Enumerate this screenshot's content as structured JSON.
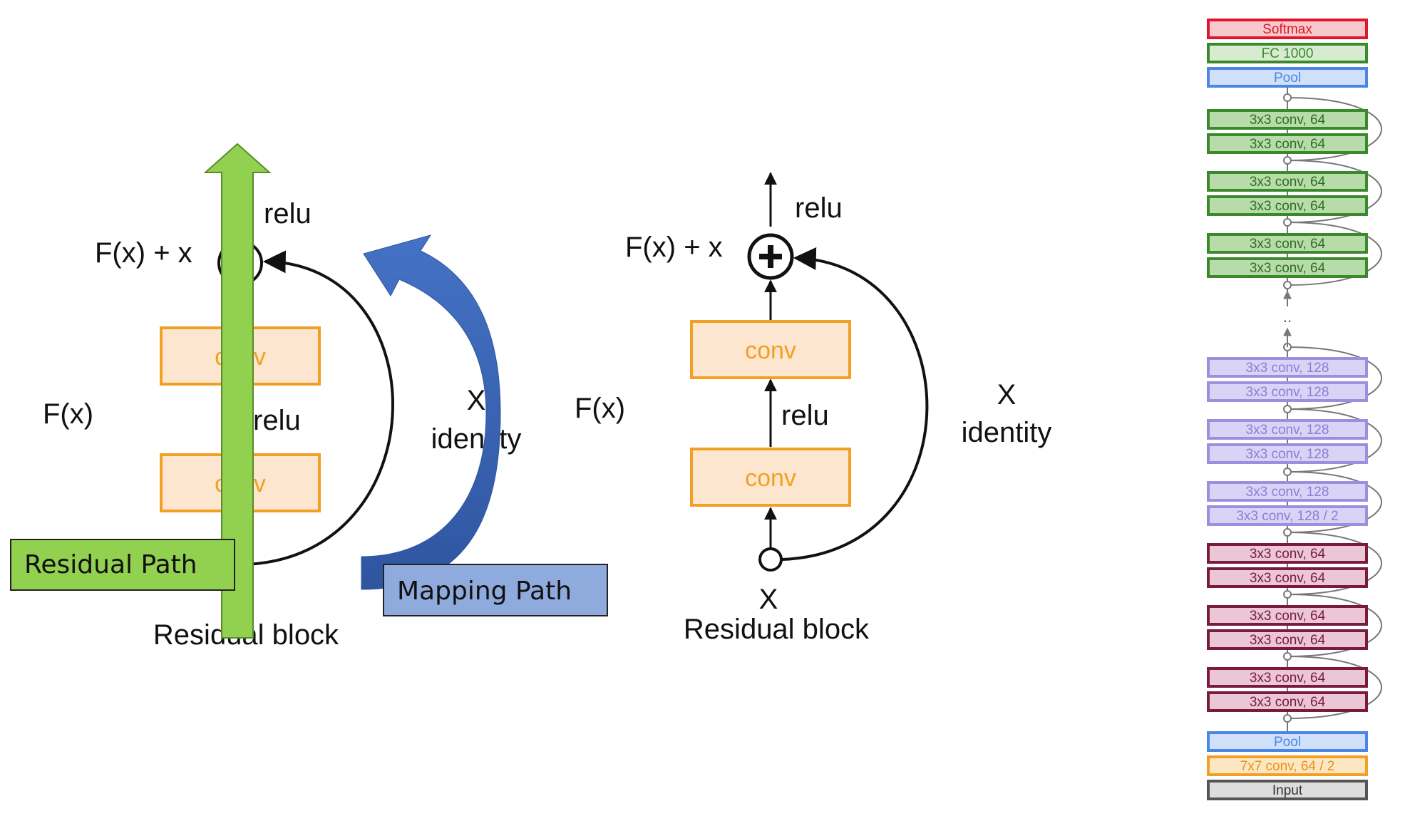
{
  "left_diagram": {
    "relu_top": "relu",
    "sum": "F(x) + x",
    "conv_top": "conv",
    "relu_mid": "relu",
    "conv_bottom": "conv",
    "fx": "F(x)",
    "x": "X",
    "identity": "identity",
    "caption": "Residual block",
    "residual_path_label": "Residual Path",
    "mapping_path_label": "Mapping Path"
  },
  "middle_diagram": {
    "relu_top": "relu",
    "sum": "F(x) + x",
    "conv_top": "conv",
    "relu_mid": "relu",
    "conv_bottom": "conv",
    "fx": "F(x)",
    "x_right": "X",
    "identity": "identity",
    "x_bottom": "X",
    "caption": "Residual block"
  },
  "network": {
    "ellipsis": "..",
    "layers": [
      {
        "label": "Softmax",
        "group": "softmax"
      },
      {
        "label": "FC 1000",
        "group": "fc"
      },
      {
        "label": "Pool",
        "group": "pool"
      },
      {
        "label": "3x3 conv, 64",
        "group": "green"
      },
      {
        "label": "3x3 conv, 64",
        "group": "green"
      },
      {
        "label": "3x3 conv, 64",
        "group": "green"
      },
      {
        "label": "3x3 conv, 64",
        "group": "green"
      },
      {
        "label": "3x3 conv, 64",
        "group": "green"
      },
      {
        "label": "3x3 conv, 64",
        "group": "green"
      },
      {
        "label": "3x3 conv, 128",
        "group": "purple"
      },
      {
        "label": "3x3 conv, 128",
        "group": "purple"
      },
      {
        "label": "3x3 conv, 128",
        "group": "purple"
      },
      {
        "label": "3x3 conv, 128",
        "group": "purple"
      },
      {
        "label": "3x3 conv, 128",
        "group": "purple"
      },
      {
        "label": "3x3 conv, 128 / 2",
        "group": "purple"
      },
      {
        "label": "3x3 conv, 64",
        "group": "maroon"
      },
      {
        "label": "3x3 conv, 64",
        "group": "maroon"
      },
      {
        "label": "3x3 conv, 64",
        "group": "maroon"
      },
      {
        "label": "3x3 conv, 64",
        "group": "maroon"
      },
      {
        "label": "3x3 conv, 64",
        "group": "maroon"
      },
      {
        "label": "3x3 conv, 64",
        "group": "maroon"
      },
      {
        "label": "Pool",
        "group": "pool"
      },
      {
        "label": "7x7 conv, 64 / 2",
        "group": "orange"
      },
      {
        "label": "Input",
        "group": "input"
      }
    ],
    "colors": {
      "softmax": {
        "stroke": "#e0162b",
        "fill": "#f8c9cc",
        "text": "#e0162b"
      },
      "fc": {
        "stroke": "#3a8a2c",
        "fill": "#d6ebcf",
        "text": "#3a8a2c"
      },
      "pool": {
        "stroke": "#4a86e8",
        "fill": "#cfe0f8",
        "text": "#4a86e8"
      },
      "green": {
        "stroke": "#3a8a2c",
        "fill": "#b7dca9",
        "text": "#2f6e25"
      },
      "purple": {
        "stroke": "#9b8fe0",
        "fill": "#d9d3f5",
        "text": "#8a7fd6"
      },
      "maroon": {
        "stroke": "#7a1a3f",
        "fill": "#ebc6d4",
        "text": "#7a1a3f"
      },
      "orange": {
        "stroke": "#f2a023",
        "fill": "#fde6c2",
        "text": "#e89315"
      },
      "input": {
        "stroke": "#555555",
        "fill": "#dddddd",
        "text": "#333333"
      }
    }
  },
  "colors": {
    "conv_stroke": "#f2a023",
    "conv_fill": "#fde6cf",
    "residual_arrow": "#92d050",
    "mapping_arrow": "#4472c4",
    "mapping_label_bg": "#8faadc"
  }
}
